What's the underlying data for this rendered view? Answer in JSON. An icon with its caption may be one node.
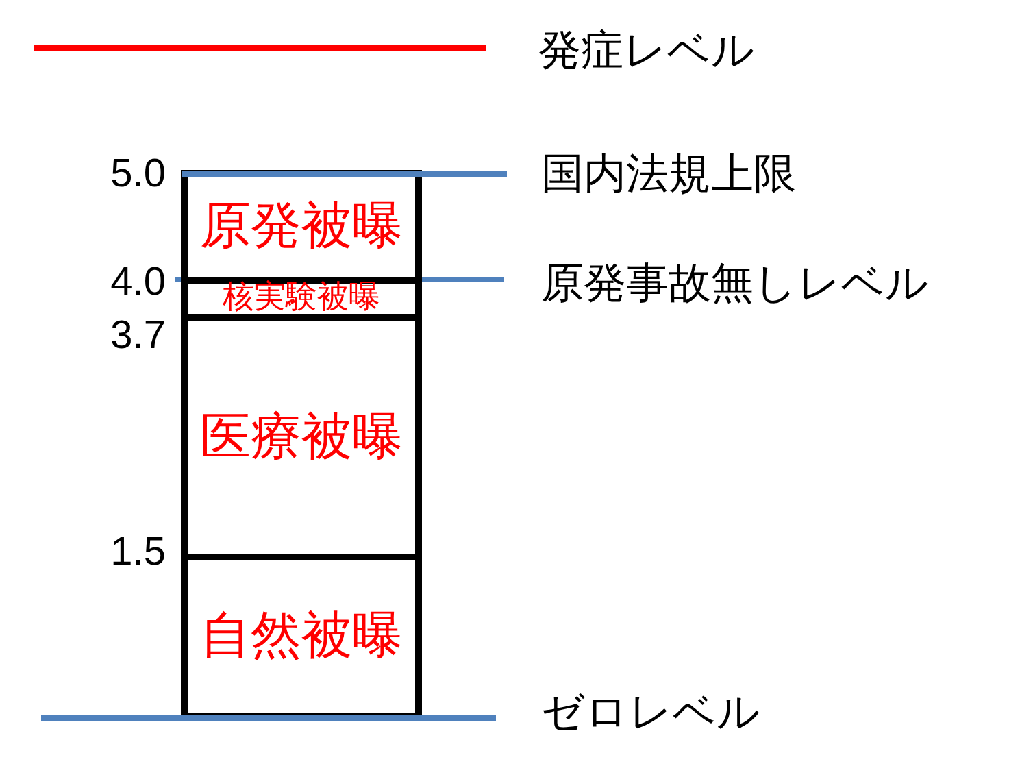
{
  "diagram": {
    "nodes": [
      {
        "text": [
          "原発被曝"
        ]
      },
      {
        "text": [
          "核実験被曝"
        ]
      },
      {
        "text": [
          "医療被曝"
        ]
      },
      {
        "text": [
          "自然被曝"
        ]
      }
    ],
    "labels": [
      "発症レベル",
      "5.0",
      "国内法規上限",
      "4.0",
      "原発事故無しレベル",
      "3.7",
      "1.5",
      "ゼロレベル"
    ]
  }
}
